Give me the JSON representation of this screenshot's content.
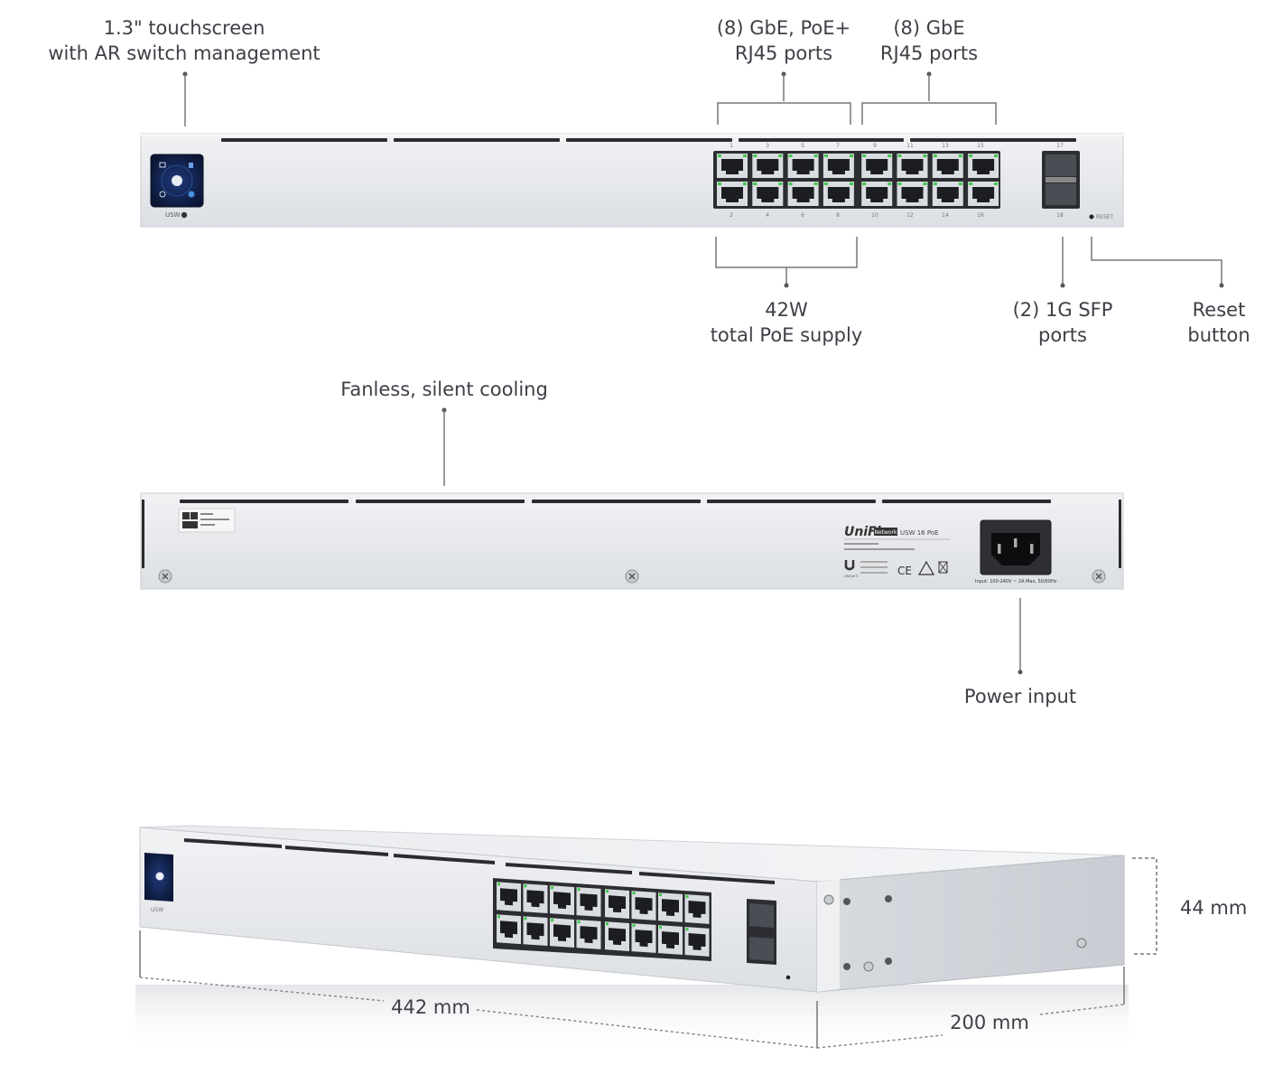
{
  "callouts": {
    "touchscreen": [
      "1.3\" touchscreen",
      "with AR switch management"
    ],
    "poe_ports": [
      "(8) GbE, PoE+",
      "RJ45 ports"
    ],
    "gbe_ports": [
      "(8) GbE",
      "RJ45 ports"
    ],
    "poe_supply": [
      "42W",
      "total PoE supply"
    ],
    "sfp_ports": [
      "(2) 1G SFP",
      "ports"
    ],
    "reset": [
      "Reset",
      "button"
    ],
    "cooling": [
      "Fanless, silent cooling"
    ],
    "power": [
      "Power input"
    ]
  },
  "dimensions": {
    "height": "44 mm",
    "width": "442 mm",
    "depth": "200 mm"
  },
  "front_panel": {
    "model_badge": "USW",
    "reset_label": "RESET",
    "top_port_labels": [
      "1",
      "3",
      "5",
      "7",
      "9",
      "11",
      "13",
      "15",
      "17"
    ],
    "bottom_port_labels": [
      "2",
      "4",
      "6",
      "8",
      "10",
      "12",
      "14",
      "16",
      "18"
    ]
  },
  "rear_panel": {
    "brand": "UniFi",
    "network_tag": "Network",
    "model": "USW 16 PoE",
    "power_rating": "Input: 100-240V ~ 2A Max, 50/60Hz",
    "company": "UBIQUITI"
  },
  "colors": {
    "chassis": "#e6e8eb",
    "port_led": "#3ec94a",
    "screen": "#0e1a3a",
    "accent": "#3a7bd5"
  }
}
